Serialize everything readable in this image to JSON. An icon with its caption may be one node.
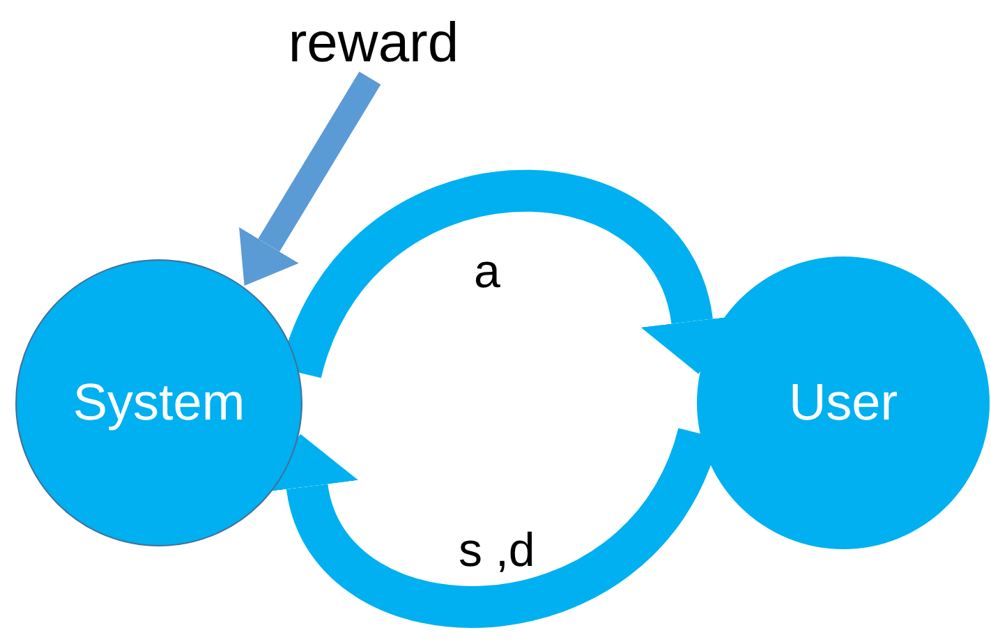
{
  "diagram": {
    "nodes": [
      {
        "text": [
          "reward"
        ]
      },
      {
        "text": [
          "System"
        ]
      },
      {
        "text": [
          "User"
        ]
      }
    ],
    "edges": [
      {
        "from": 0,
        "to": 1,
        "arrow": "to",
        "color": "#5b9bd5"
      },
      {
        "from": 1,
        "to": 2,
        "arrow": "to",
        "label": "a"
      },
      {
        "from": 2,
        "to": 1,
        "arrow": "to",
        "label": "s ,d"
      }
    ]
  }
}
